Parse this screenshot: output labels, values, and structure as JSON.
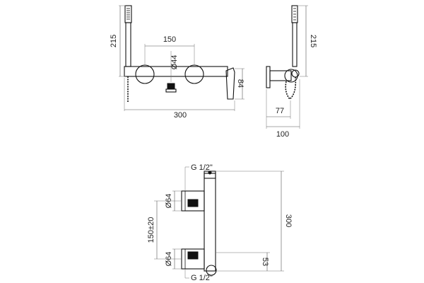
{
  "front_view": {
    "dims": {
      "handset_height": "215",
      "centre_distance": "150",
      "knob_diameter": "Ø44",
      "body_depth": "84",
      "overall_width": "300"
    }
  },
  "side_view": {
    "dims": {
      "handset_height": "215",
      "projection_body": "77",
      "projection_total": "100"
    }
  },
  "installation_view": {
    "dims": {
      "thread_top": "G 1/2\"",
      "thread_bottom": "G 1/2\"",
      "top_connection_diameter": "Ø64",
      "bottom_connection_diameter": "Ø64",
      "centre_distance_tolerance": "150±20",
      "overall_height": "300",
      "bottom_offset": "53"
    }
  }
}
